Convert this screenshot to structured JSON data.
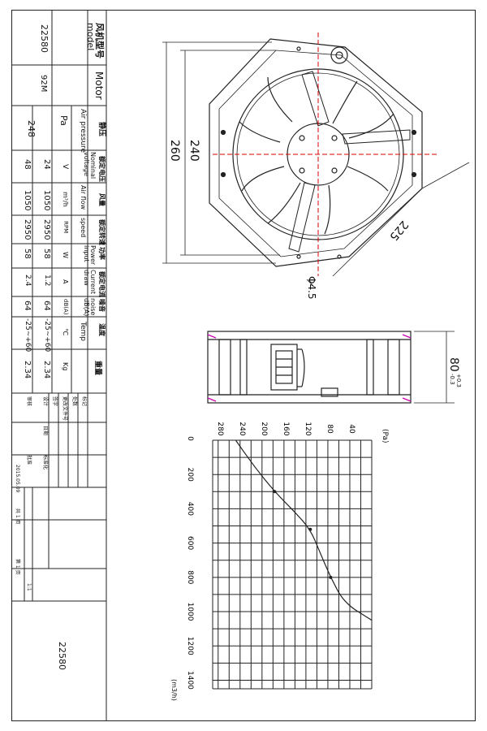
{
  "spec_table": {
    "model": {
      "label_cn": "风机型号",
      "label_en": "model",
      "value": "22580"
    },
    "motor": {
      "label_en": "Motor",
      "value": "92M"
    },
    "air_pressure": {
      "label_cn": "静压",
      "label_en": "Air pressure",
      "unit": "Pa",
      "value": "248"
    },
    "voltage": {
      "label_cn": "额定电压",
      "label_en": "Nominal voltage",
      "unit": "V",
      "value_a": "24",
      "value_b": "48"
    },
    "air_flow": {
      "label_cn": "风量",
      "label_en": "Air flow",
      "unit": "m³/h",
      "value_a": "1050",
      "value_b": "1050"
    },
    "speed": {
      "label_cn": "额定转速",
      "label_en": "speed",
      "unit": "RPM",
      "value_a": "2950",
      "value_b": "2950"
    },
    "power": {
      "label_cn": "功率",
      "label_en": "Power input",
      "unit": "W",
      "value_a": "58",
      "value_b": "58"
    },
    "current": {
      "label_cn": "额定电流",
      "label_en": "Current draw",
      "unit": "A",
      "value_a": "1.2",
      "value_b": "2.4"
    },
    "noise": {
      "label_cn": "噪音",
      "label_en": "noise dB(A)",
      "unit": "dB(A)",
      "value_a": "64",
      "value_b": "64"
    },
    "temp": {
      "label_cn": "温度",
      "label_en": "Temp",
      "unit": "℃",
      "value_a": "-25~+60",
      "value_b": "-25~+60"
    },
    "weight": {
      "label_cn": "重量",
      "label_en": "",
      "unit": "Kg",
      "value_a": "2.34",
      "value_b": "2.34"
    },
    "title_block": {
      "row1": [
        "标记",
        "处数",
        "更改文件号",
        "签字",
        "日期"
      ],
      "row2": [
        "设计",
        "审核",
        "标准化",
        "批准"
      ],
      "date": "2015.05.09",
      "sheet_info": [
        "共 1 页",
        "第 1 页"
      ],
      "scale": "1:1",
      "drawing_no": "22580"
    }
  },
  "front_view": {
    "dim_240": "240",
    "dim_260": "260",
    "dim_225": "225",
    "dim_hole": "Φ4.5"
  },
  "side_view": {
    "dim_80": "80",
    "tol_plus": "+0.3",
    "tol_minus": "-0.3"
  },
  "chart_data": {
    "type": "line",
    "title": "",
    "xlabel": "(m3/h)",
    "ylabel": "(Pa)",
    "x_ticks": [
      0,
      200,
      400,
      600,
      800,
      1000,
      1200,
      1400
    ],
    "y_ticks": [
      40,
      80,
      120,
      160,
      200,
      240,
      280
    ],
    "xlim": [
      0,
      1450
    ],
    "ylim": [
      0,
      290
    ],
    "grid": true,
    "series": [
      {
        "name": "",
        "points": [
          [
            0,
            248
          ],
          [
            150,
            215
          ],
          [
            300,
            177
          ],
          [
            420,
            140
          ],
          [
            520,
            112
          ],
          [
            650,
            95
          ],
          [
            800,
            75
          ],
          [
            950,
            50
          ],
          [
            1050,
            0
          ]
        ]
      }
    ]
  }
}
